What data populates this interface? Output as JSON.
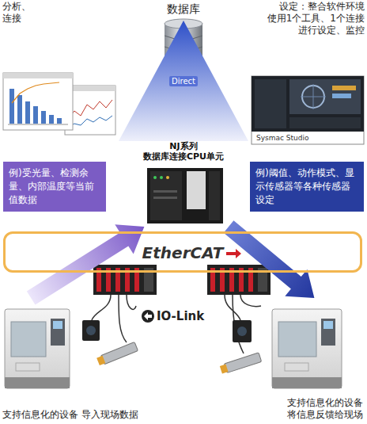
{
  "diagram": {
    "nodes": [
      {
        "text": [
          "数据库"
        ]
      },
      {
        "text": [
          "NJ系列 数据库连接CPU单元"
        ]
      },
      {
        "text": [
          "例)受光量、检测余量、内部温度等当前值数据"
        ]
      },
      {
        "text": [
          "例)阈值、动作模式、显示传感器等各种传感器设定"
        ]
      },
      {
        "text": [
          "EtherCAT"
        ]
      },
      {
        "text": [
          "支持信息化的设备 导入现场数据"
        ]
      },
      {
        "text": [
          "支持信息化的设备 将信息反馈给现场"
        ]
      }
    ],
    "edges": [
      {
        "from": 5,
        "to": 1,
        "arrow": "to"
      },
      {
        "from": 1,
        "to": 6,
        "arrow": "to"
      },
      {
        "from": 1,
        "to": 0,
        "arrow": "to",
        "label": "Direct"
      }
    ],
    "labels": [
      "分析、 连接",
      "设定：整合软件环境 使用1个工具、1个连接 进行设定、监控",
      "Sysmac Studio",
      "IO-Link"
    ]
  }
}
